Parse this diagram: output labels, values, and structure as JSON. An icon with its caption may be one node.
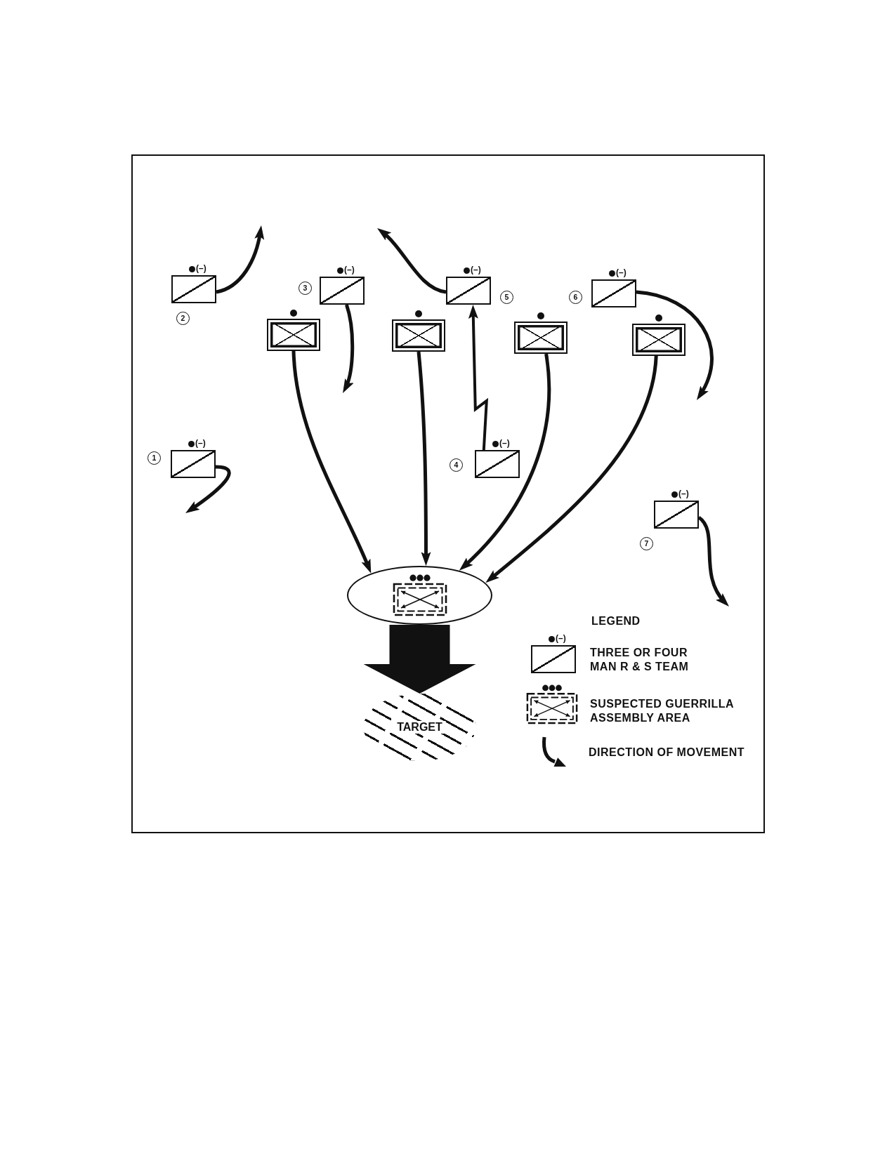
{
  "diagram": {
    "nodes": [
      {
        "text": [
          "(–)"
        ],
        "beside": [
          "2"
        ]
      },
      {
        "text": [
          "(–)"
        ],
        "beside": [
          "3"
        ]
      },
      {
        "text": [
          "(–)"
        ],
        "beside": [
          "5"
        ]
      },
      {
        "text": [
          "(–)"
        ],
        "beside": [
          "6"
        ]
      },
      {
        "text": [],
        "shape": "box"
      },
      {
        "text": [],
        "shape": "box"
      },
      {
        "text": [],
        "shape": "box"
      },
      {
        "text": [],
        "shape": "box"
      },
      {
        "text": [
          "(–)"
        ],
        "beside": [
          "1"
        ]
      },
      {
        "text": [
          "(–)"
        ],
        "beside": [
          "4"
        ]
      },
      {
        "text": [
          "(–)"
        ],
        "beside": [
          "7"
        ]
      },
      {
        "text": [],
        "shape": "ellipse"
      },
      {
        "text": [
          "TARGET"
        ]
      }
    ],
    "edges": [
      {
        "from": 0,
        "to": null,
        "arrow": "to"
      },
      {
        "from": 1,
        "to": null,
        "arrow": "to"
      },
      {
        "from": 2,
        "to": null,
        "arrow": "to"
      },
      {
        "from": 3,
        "to": null,
        "arrow": "to"
      },
      {
        "from": 4,
        "to": 11,
        "arrow": "to"
      },
      {
        "from": 5,
        "to": 11,
        "arrow": "to"
      },
      {
        "from": 6,
        "to": 11,
        "arrow": "to"
      },
      {
        "from": 7,
        "to": 11,
        "arrow": "to"
      },
      {
        "from": 8,
        "to": null,
        "arrow": "to"
      },
      {
        "from": 9,
        "to": 2,
        "arrow": "to"
      },
      {
        "from": 10,
        "to": null,
        "arrow": "to"
      },
      {
        "from": 11,
        "to": 12,
        "arrow": "to",
        "style": "thick"
      }
    ],
    "labels": [
      "LEGEND",
      "(–)"
    ],
    "legend": [
      {
        "text": "THREE OR FOUR MAN R & S TEAM"
      },
      {
        "text": "SUSPECTED GUERRILLA ASSEMBLY AREA"
      },
      {
        "text": "DIRECTION OF MOVEMENT"
      }
    ]
  }
}
